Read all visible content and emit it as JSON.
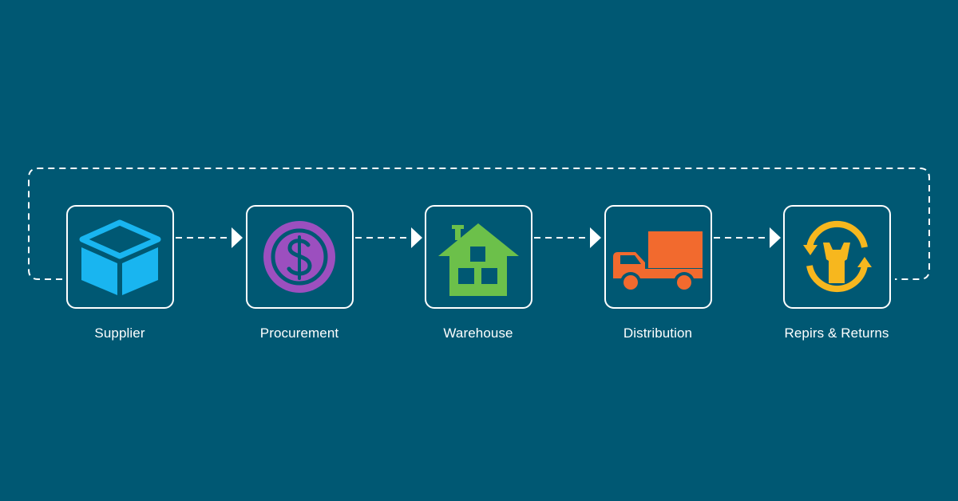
{
  "colors": {
    "background": "#005873",
    "line": "#ffffff",
    "supplier_icon": "#19b5f0",
    "procurement_icon": "#9c4fbf",
    "warehouse_icon": "#6cc04a",
    "distribution_icon": "#f26a2e",
    "repairs_icon": "#f7b71e"
  },
  "stages": [
    {
      "label": "Supplier",
      "icon": "box-icon"
    },
    {
      "label": "Procurement",
      "icon": "dollar-coin-icon"
    },
    {
      "label": "Warehouse",
      "icon": "house-icon"
    },
    {
      "label": "Distribution",
      "icon": "truck-icon"
    },
    {
      "label": "Repirs & Returns",
      "icon": "wrench-cycle-icon"
    }
  ]
}
